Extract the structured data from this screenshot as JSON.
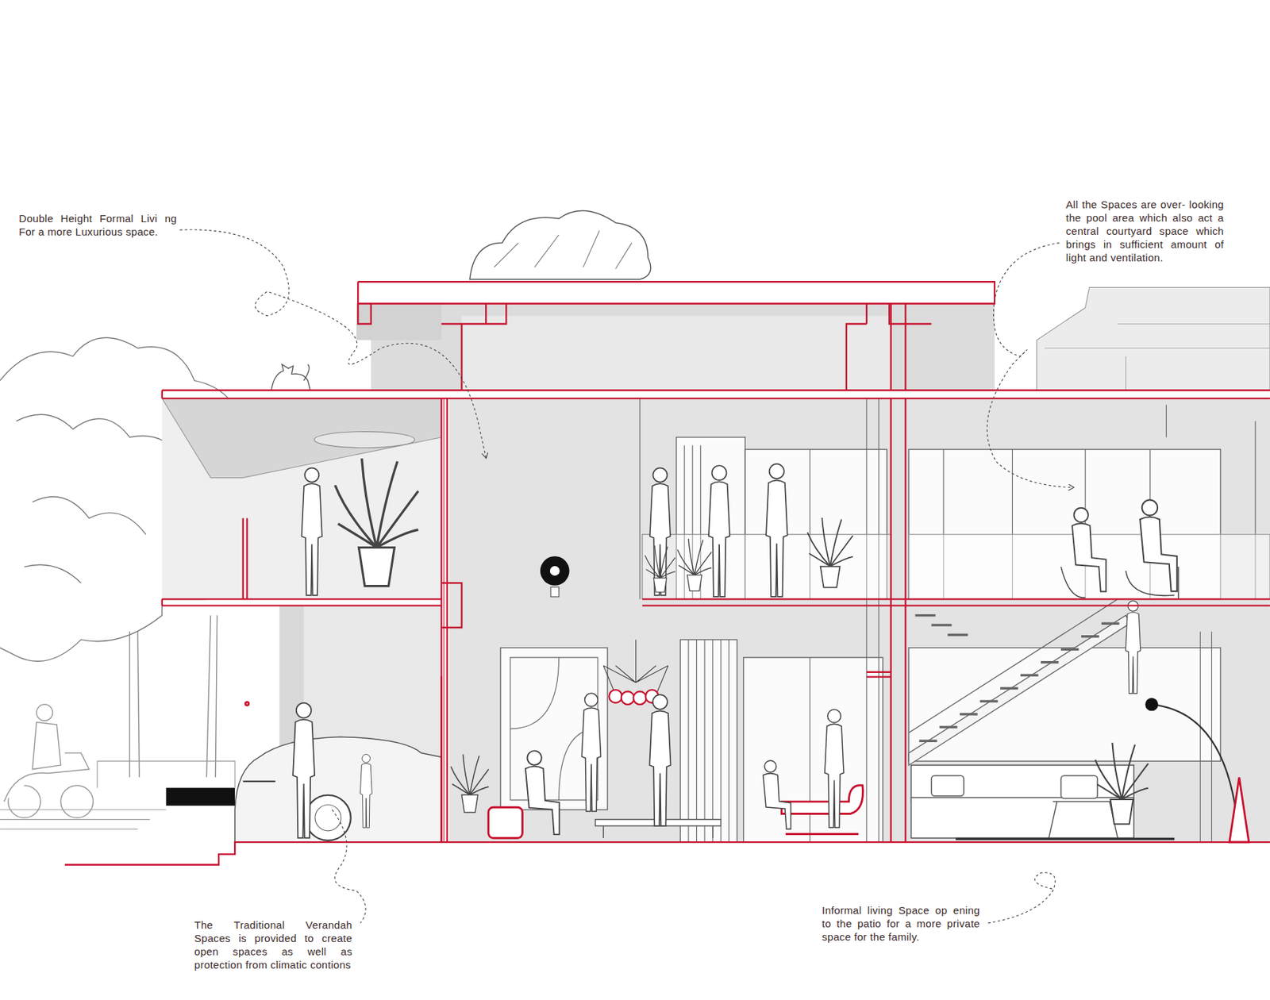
{
  "diagram": {
    "labels": [
      "Double Height Formal Livi ng For a more Luxurious space.",
      "All the Spaces are over- looking the pool area which also act a central courtyard space which brings in sufficient amount of light and ventilation.",
      "The Traditional Verandah Spaces is provided to create open spaces as well as protection from climatic contions",
      "Informal living Space op ening to the patio for a more private space for the family."
    ]
  }
}
